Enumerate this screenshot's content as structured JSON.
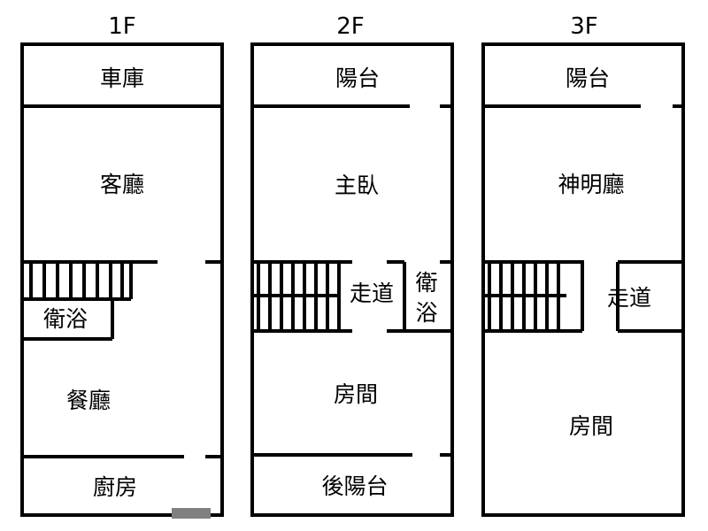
{
  "floors": [
    {
      "title": "1F",
      "rooms": {
        "garage": "車庫",
        "living_room": "客廳",
        "bathroom": "衛浴",
        "dining_room": "餐廳",
        "kitchen": "廚房"
      }
    },
    {
      "title": "2F",
      "rooms": {
        "balcony": "陽台",
        "master_bedroom": "主臥",
        "corridor": "走道",
        "bathroom_line1": "衛",
        "bathroom_line2": "浴",
        "bedroom": "房間",
        "rear_balcony": "後陽台"
      }
    },
    {
      "title": "3F",
      "rooms": {
        "balcony": "陽台",
        "shrine_room": "神明廳",
        "corridor": "走道",
        "bedroom": "房間"
      }
    }
  ],
  "colors": {
    "wall": "#000000",
    "background": "#ffffff",
    "door_marker": "#808080"
  }
}
